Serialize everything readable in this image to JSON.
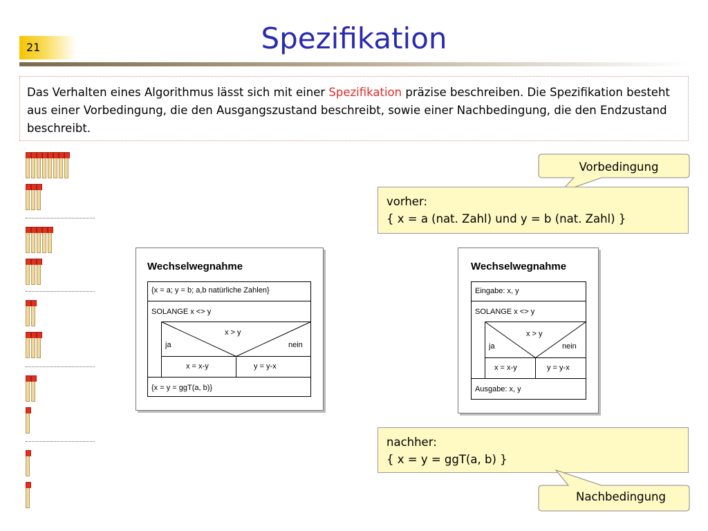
{
  "slide": {
    "number": "21",
    "title": "Spezifikation"
  },
  "intro": {
    "part1": "Das Verhalten eines Algorithmus lässt sich mit einer ",
    "highlight": "Spezifikation",
    "part2": " präzise beschreiben. Die Spezifikation besteht aus einer Vorbedingung, die den Ausgangszustand beschreibt, sowie einer Nachbedingung, die den Endzustand beschreibt."
  },
  "colors": {
    "title": "#2a2ab0",
    "highlight": "#e02a2a",
    "slide_number_bg": "#f5c400",
    "callout_bg": "#fff9c4"
  },
  "matchsticks": {
    "groups": [
      [
        8,
        3
      ],
      [
        5,
        3
      ],
      [
        2,
        3
      ],
      [
        2,
        1
      ],
      [
        1,
        1
      ]
    ]
  },
  "diagram_left": {
    "title": "Wechselwegnahme",
    "precondition": "{x = a; y = b; a,b natürliche Zahlen}",
    "loop": "SOLANGE x <> y",
    "condition": "x > y",
    "yes": "ja",
    "no": "nein",
    "then_action": "x = x-y",
    "else_action": "y = y-x",
    "postcondition": "{x = y = ggT(a, b)}"
  },
  "diagram_right": {
    "title": "Wechselwegnahme",
    "input": "Eingabe: x, y",
    "loop": "SOLANGE x <> y",
    "condition": "x > y",
    "yes": "ja",
    "no": "nein",
    "then_action": "x = x-y",
    "else_action": "y = y-x",
    "output": "Ausgabe: x, y"
  },
  "pre_label": "Vorbedingung",
  "pre_box": {
    "line1": "vorher:",
    "line2": "{ x = a (nat. Zahl) und y = b (nat. Zahl) }"
  },
  "post_box": {
    "line1": "nachher:",
    "line2": "{ x = y = ggT(a, b) }"
  },
  "post_label": "Nachbedingung"
}
